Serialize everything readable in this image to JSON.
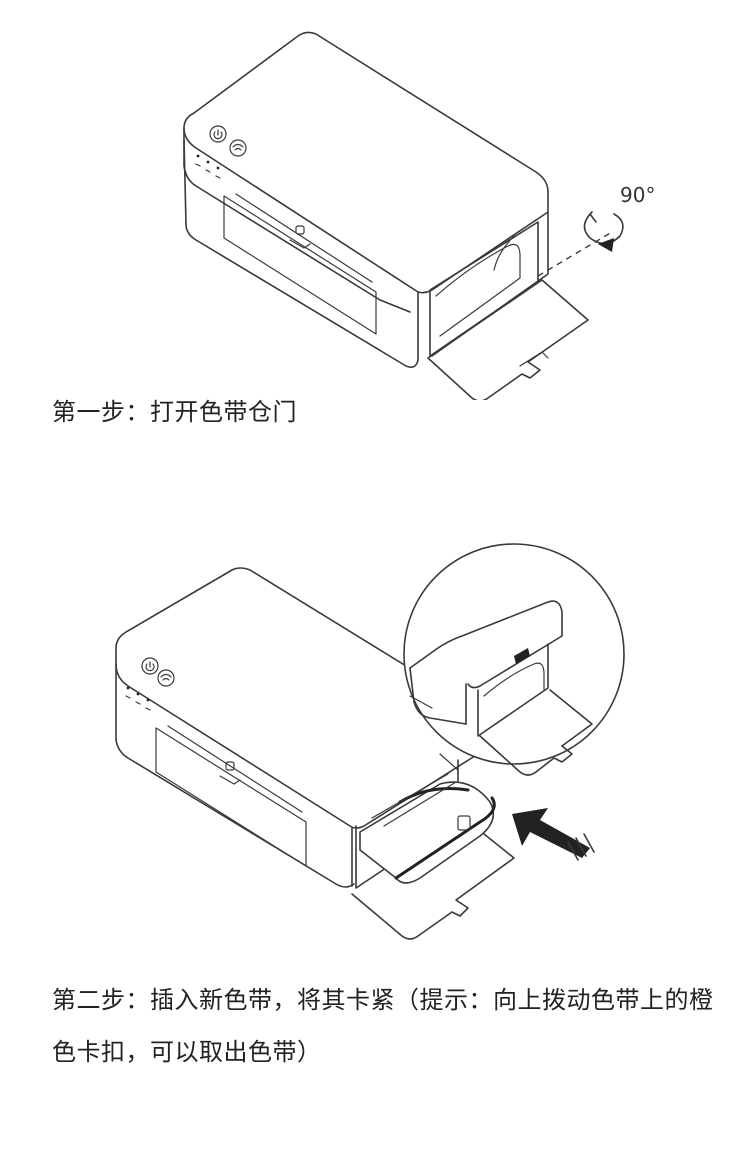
{
  "steps": [
    {
      "caption": "第一步：打开色带仓门",
      "rotation_label": "90°"
    },
    {
      "caption": "第二步：插入新色带，将其卡紧（提示：向上拨动色带上的橙色卡扣，可以取出色带）"
    }
  ],
  "colors": {
    "line": "#3a3a3a",
    "text": "#222222",
    "background": "#ffffff"
  },
  "icons": [
    "power-icon",
    "wifi-icon",
    "mi-logo-icon",
    "rotate-arrow-icon",
    "insert-arrow-icon"
  ]
}
